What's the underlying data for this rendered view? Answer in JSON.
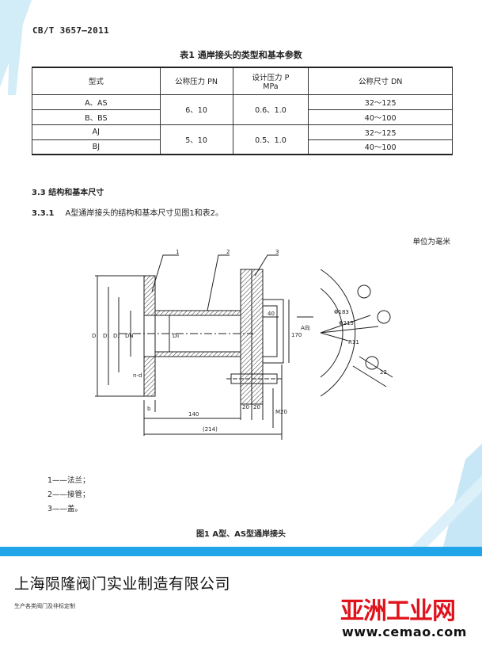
{
  "document": {
    "standard_code": "CB/T 3657—2011",
    "table_title": "表1   通岸接头的类型和基本参数",
    "table": {
      "headers": {
        "type": "型式",
        "nominal_pressure": "公称压力  PN",
        "design_pressure_line1": "设计压力  P",
        "design_pressure_line2": "MPa",
        "nominal_size": "公称尺寸  DN"
      },
      "groups": [
        {
          "rows": [
            "A、AS",
            "B、BS"
          ],
          "pn": "6、10",
          "p": "0.6、1.0",
          "dn": [
            "32～125",
            "40～100"
          ]
        },
        {
          "rows": [
            "AJ",
            "BJ"
          ],
          "pn": "5、10",
          "p": "0.5、1.0",
          "dn": [
            "32～125",
            "40～100"
          ]
        }
      ]
    },
    "section_title": "3.3   结构和基本尺寸",
    "subsection_num": "3.3.1",
    "subsection_text": "A型通岸接头的结构和基本尺寸见图1和表2。",
    "units_note": "单位为毫米",
    "drawing": {
      "labels": {
        "part1": "1",
        "part2": "2",
        "part3": "3",
        "d_D": "D",
        "d_D1": "D₁",
        "d_D2": "D₂",
        "d_DN": "DN",
        "d_D0": "D₀",
        "d_nd": "n-d",
        "d_b": "b",
        "d_140": "140",
        "d_214": "(214)",
        "d_20a": "20",
        "d_20b": "20",
        "d_40": "40",
        "d_170": "170",
        "d_M20": "M20",
        "d_A": "A向",
        "d_phi183": "Φ183",
        "d_phi215": "Φ215",
        "d_R11": "R11",
        "d_22": "22"
      }
    },
    "legend": [
      "1——法兰；",
      "2——接管；",
      "3——盖。"
    ],
    "figure_caption": "图1   A型、AS型通岸接头"
  },
  "footer": {
    "company": "上海陨隆阀门实业制造有限公司",
    "tagline": "生产各类阀门及非标定制",
    "logo_text": "亚洲工业网",
    "logo_url": "www.cemao.com"
  },
  "colors": {
    "accent_bar": "#21a5e8",
    "logo_red": "#e0121b",
    "stripe": "#bfe4f6"
  }
}
